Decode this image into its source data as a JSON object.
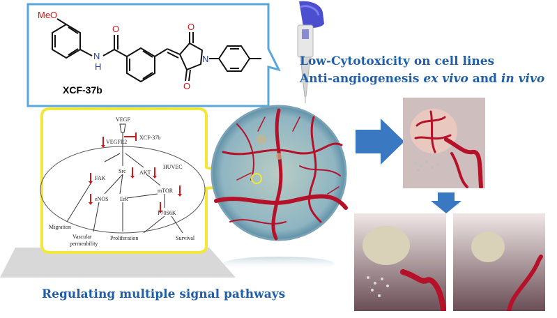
{
  "molecule": {
    "name": "XCF-37b",
    "atoms": {
      "methoxy": "MeO",
      "amide_n": "N",
      "amide_h": "H",
      "o": "O",
      "imide_n": "N"
    }
  },
  "headline": {
    "line1": "Low-Cytotoxicity on cell lines",
    "line2_prefix": "Anti-angiogenesis ",
    "line2_italic1": "ex vivo",
    "line2_mid": " and ",
    "line2_italic2": "in vivo"
  },
  "pathway": {
    "vegf": "VEGF",
    "vegfr2": "VEGFR2",
    "inhibitor": "XCF-37b",
    "fak": "FAK",
    "src": "Src",
    "akt": "AKT",
    "huvec": "HUVEC",
    "enos": "eNOS",
    "erk": "Erk",
    "mtor": "mTOR",
    "p70s6k": "P70S6K",
    "migration": "Migration",
    "vascular_line1": "Vascular",
    "vascular_line2": "permeability",
    "proliferation": "Proliferation",
    "survival": "Survival"
  },
  "footer": "Regulating multiple signal pathways",
  "colors": {
    "title_blue": "#1f5fa8",
    "callout_border_blue": "#5aa7dc",
    "callout_border_yellow": "#f2e83a",
    "arrow_blue": "#3a78c2",
    "inhibit_red": "#d01818",
    "vessel_red": "#b5122a"
  }
}
